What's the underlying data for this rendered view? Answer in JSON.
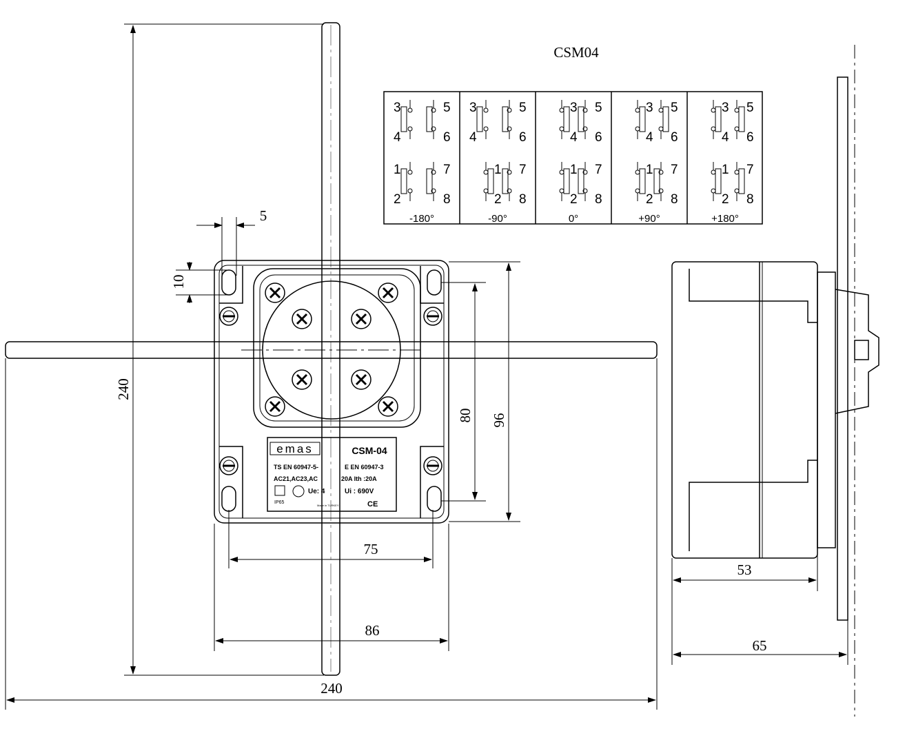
{
  "title": "CSM04",
  "dimensions": {
    "handle_height": "240",
    "handle_width": "240",
    "hole_spacing_h": "75",
    "body_width": "86",
    "hole_spacing_v": "80",
    "body_height": "96",
    "slot_length": "10",
    "slot_width": "5",
    "body_depth": "53",
    "total_depth": "65"
  },
  "nameplate": {
    "brand": "emas",
    "model": "CSM-04",
    "standard_left": "TS EN 60947-5-",
    "standard_right": "E  EN 60947-3",
    "ratings_left": "AC21,AC23,AC",
    "ratings_right": "20A  Ith :20A",
    "ue": "Ue: 4",
    "ui": "Ui : 690V",
    "ip": "IP65",
    "made_in": "Made in TURKEY",
    "ce": "CE"
  },
  "contact_table": {
    "positions": [
      {
        "label": "-180°",
        "closed": [
          false,
          true,
          false,
          true
        ]
      },
      {
        "label": "-90°",
        "closed": [
          false,
          true,
          true,
          true
        ]
      },
      {
        "label": "0°",
        "closed": [
          true,
          true,
          true,
          true
        ]
      },
      {
        "label": "+90°",
        "closed": [
          true,
          false,
          true,
          true
        ]
      },
      {
        "label": "+180°",
        "closed": [
          true,
          false,
          true,
          false
        ]
      }
    ],
    "terminals": [
      [
        "3",
        "4"
      ],
      [
        "5",
        "6"
      ],
      [
        "1",
        "2"
      ],
      [
        "7",
        "8"
      ]
    ]
  }
}
